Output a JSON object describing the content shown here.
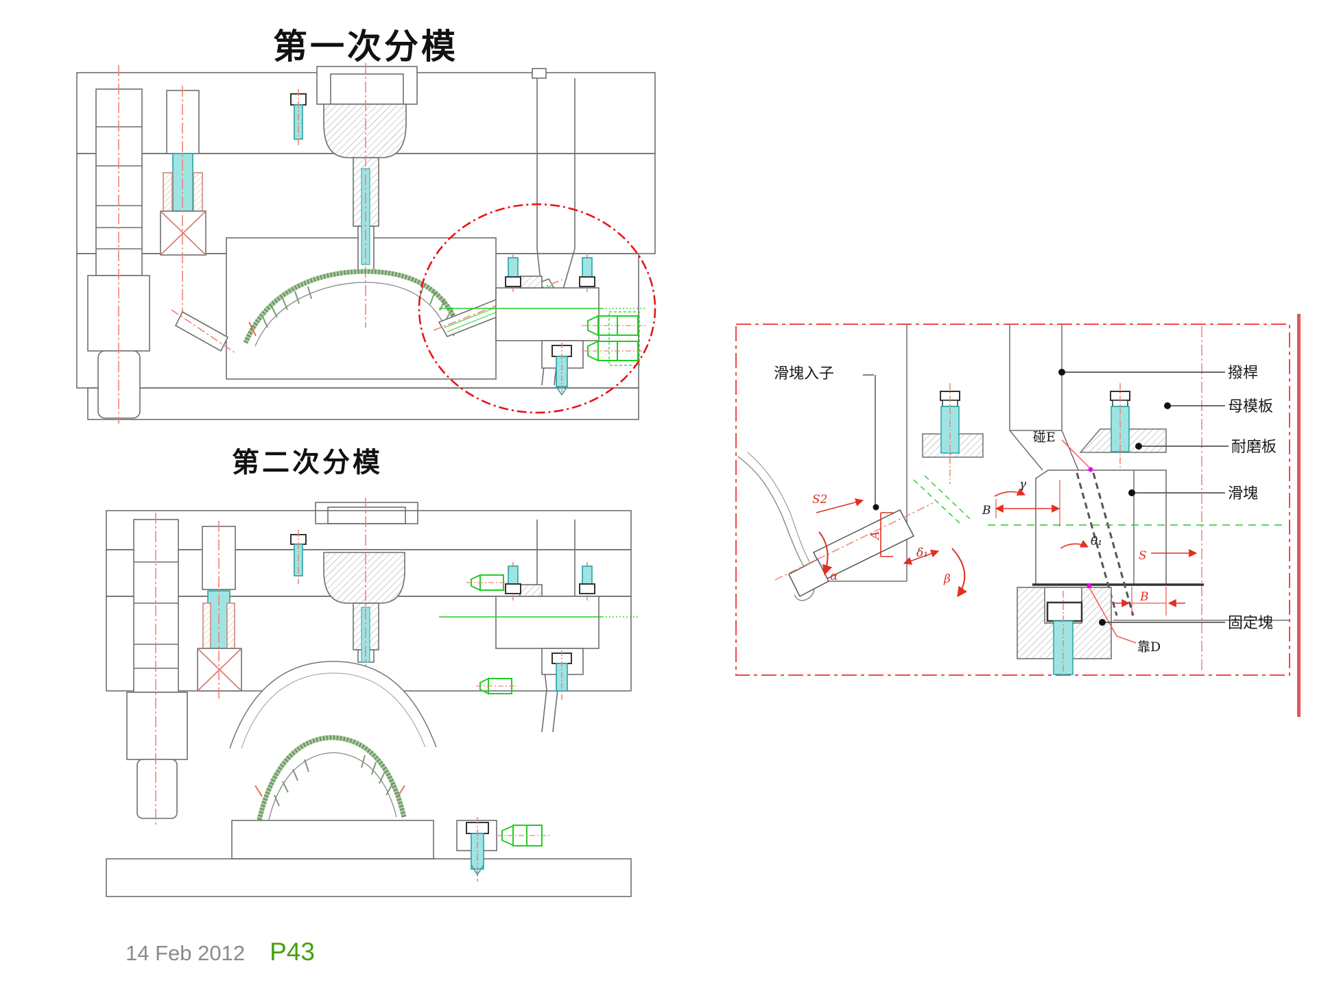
{
  "slide": {
    "title_first_parting": "第一次分模",
    "title_second_parting": "第二次分模",
    "footer_date": "14 Feb 2012",
    "footer_page": "P43"
  },
  "right_diagram": {
    "label_slider_insert": "滑塊入子",
    "side_labels": [
      {
        "label": "撥桿"
      },
      {
        "label": "母模板"
      },
      {
        "label": "耐磨板"
      },
      {
        "label": "滑塊"
      },
      {
        "label": "固定塊"
      }
    ],
    "callouts": {
      "touch_e": "碰E",
      "rest_d": "靠D"
    },
    "dims": {
      "s2": "S2",
      "alpha": "α",
      "a": "A",
      "delta1": "δ₁",
      "beta": "β",
      "gamma": "γ",
      "b_upper": "B",
      "theta1": "θ₁",
      "s": "S",
      "b_lower": "B"
    }
  },
  "colors": {
    "line_gray": "#6e6e6e",
    "centerline_red": "#ef8373",
    "highlight_red": "#e81414",
    "accent_green": "#22cc22",
    "part_green": "#7ba371",
    "screw_cyan": "#9fe4e4",
    "magenta_point": "#ee00ee",
    "footer_gray": "#8a8a8a",
    "footer_green": "#44a00a"
  }
}
